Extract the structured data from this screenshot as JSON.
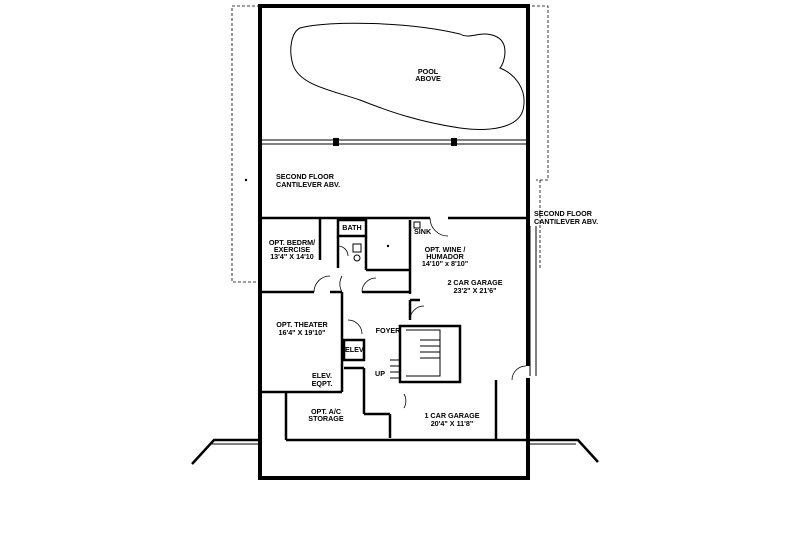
{
  "rooms": {
    "pool": [
      "POOL",
      "ABOVE"
    ],
    "cantilever_left": [
      "SECOND FLOOR",
      "CANTILEVER ABV."
    ],
    "cantilever_right": [
      "SECOND FLOOR",
      "CANTILEVER ABV."
    ],
    "bath": "BATH",
    "sink": "SINK",
    "bedroom": [
      "OPT. BEDRM/",
      "EXERCISE",
      "13'4\" X 14'10"
    ],
    "wine": [
      "OPT. WINE /",
      "HUMADOR",
      "14'10\" x 8'10\""
    ],
    "garage2": [
      "2 CAR GARAGE",
      "23'2\" X 21'6\""
    ],
    "theater": [
      "OPT. THEATER",
      "16'4\" X 19'10\""
    ],
    "foyer": "FOYER",
    "elev": "ELEV.",
    "elev_eqpt": [
      "ELEV.",
      "EQPT."
    ],
    "up": "UP",
    "storage": [
      "OPT. A/C",
      "STORAGE"
    ],
    "garage1": [
      "1 CAR GARAGE",
      "20'4\" X 11'8\""
    ]
  }
}
